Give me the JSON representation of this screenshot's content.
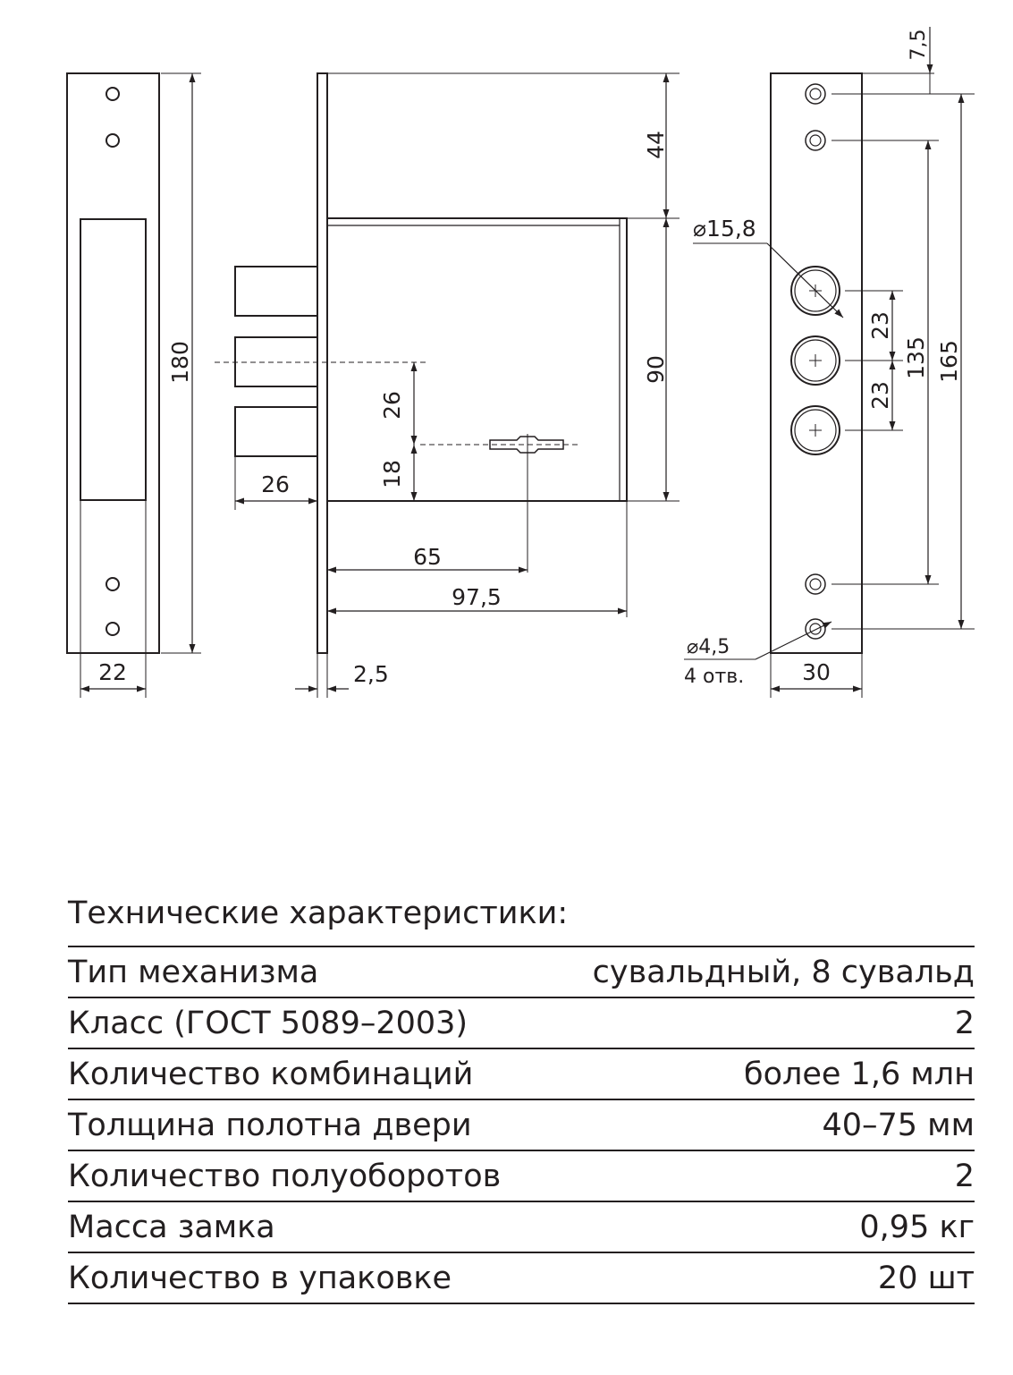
{
  "drawing": {
    "strike_plate": {
      "width": "22",
      "height": "180"
    },
    "lock_body": {
      "top_offset": "44",
      "body_height": "90",
      "bolt_pitch": "26",
      "keyhole_offset": "18",
      "bolt_throw": "26",
      "backset": "65",
      "depth": "97,5",
      "faceplate_thickness": "2,5"
    },
    "faceplate": {
      "top_margin": "7,5",
      "bolt_hole_diameter": "⌀15,8",
      "bolt_spacing_top": "23",
      "bolt_spacing_bottom": "23",
      "inner_hole_spacing": "135",
      "outer_hole_spacing": "165",
      "mount_hole_diameter": "⌀4,5",
      "mount_hole_count": "4 отв.",
      "width": "30"
    }
  },
  "specs": {
    "title": "Технические характеристики:",
    "rows": [
      {
        "label": "Тип механизма",
        "value": "сувальдный, 8 сувальд"
      },
      {
        "label": "Класс (ГОСТ 5089–2003)",
        "value": "2"
      },
      {
        "label": "Количество комбинаций",
        "value": "более 1,6 млн"
      },
      {
        "label": "Толщина полотна двери",
        "value": "40–75 мм"
      },
      {
        "label": "Количество полуоборотов",
        "value": "2"
      },
      {
        "label": "Масса замка",
        "value": "0,95 кг"
      },
      {
        "label": "Количество в упаковке",
        "value": "20 шт"
      }
    ]
  }
}
